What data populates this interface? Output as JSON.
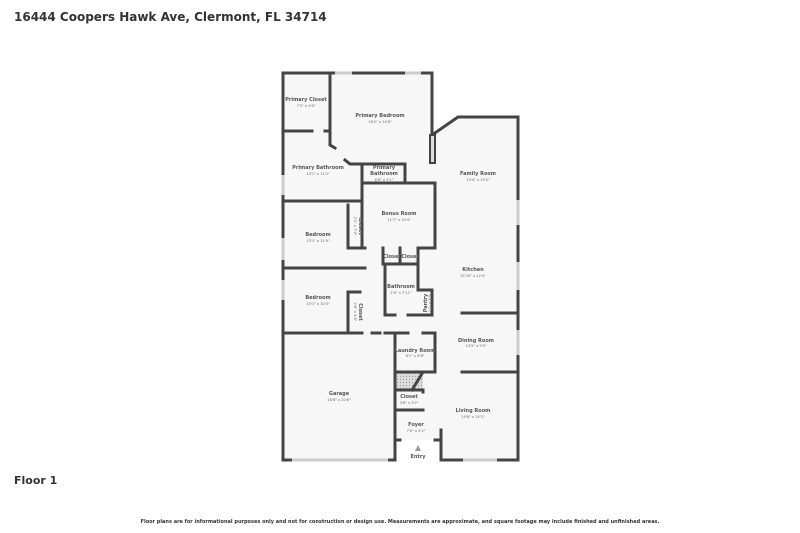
{
  "header": {
    "address": "16444 Coopers Hawk Ave, Clermont, FL 34714"
  },
  "floor_label": "Floor 1",
  "disclaimer": "Floor plans are for informational purposes only and not for construction or design use. Measurements are approximate, and square footage may include finished and unfinished areas.",
  "rooms": [
    {
      "name": "Primary Closet",
      "dims": "7'5\" x 9'6\""
    },
    {
      "name": "Primary Bedroom",
      "dims": "16'2\" x 14'8\""
    },
    {
      "name": "Primary Bathroom",
      "dims": "13'1\" x 11'2\""
    },
    {
      "name": "Primary Bathroom",
      "dims": "6'8\" x 3'1\""
    },
    {
      "name": "Family Room",
      "dims": "13'4\" x 19'2\""
    },
    {
      "name": "Bonus Room",
      "dims": "11'7\" x 10'4\""
    },
    {
      "name": "Bedroom",
      "dims": "13'1\" x 11'9\""
    },
    {
      "name": "Closet",
      "dims": "2'1\" x 7'0\""
    },
    {
      "name": "Bedroom",
      "dims": "13'1\" x 10'3\""
    },
    {
      "name": "Closet",
      "dims": "2'8\" x 4'8\""
    },
    {
      "name": "Kitchen",
      "dims": "15'10\" x 12'4\""
    },
    {
      "name": "Closet",
      "dims": ""
    },
    {
      "name": "Closet",
      "dims": ""
    },
    {
      "name": "Bathroom",
      "dims": "5'9\" x 7'11\""
    },
    {
      "name": "Pantry",
      "dims": "2'1\" x 3'9\""
    },
    {
      "name": "Laundry Room",
      "dims": "6'1\" x 6'8\""
    },
    {
      "name": "Dining Room",
      "dims": "13'5\" x 9'5\""
    },
    {
      "name": "Garage",
      "dims": "16'8\" x 20'6\""
    },
    {
      "name": "Closet",
      "dims": "3'8\" x 3'2\""
    },
    {
      "name": "Living Room",
      "dims": "15'8\" x 14'2\""
    },
    {
      "name": "Foyer",
      "dims": "7'0\" x 5'2\""
    },
    {
      "name": "Entry",
      "dims": ""
    }
  ]
}
